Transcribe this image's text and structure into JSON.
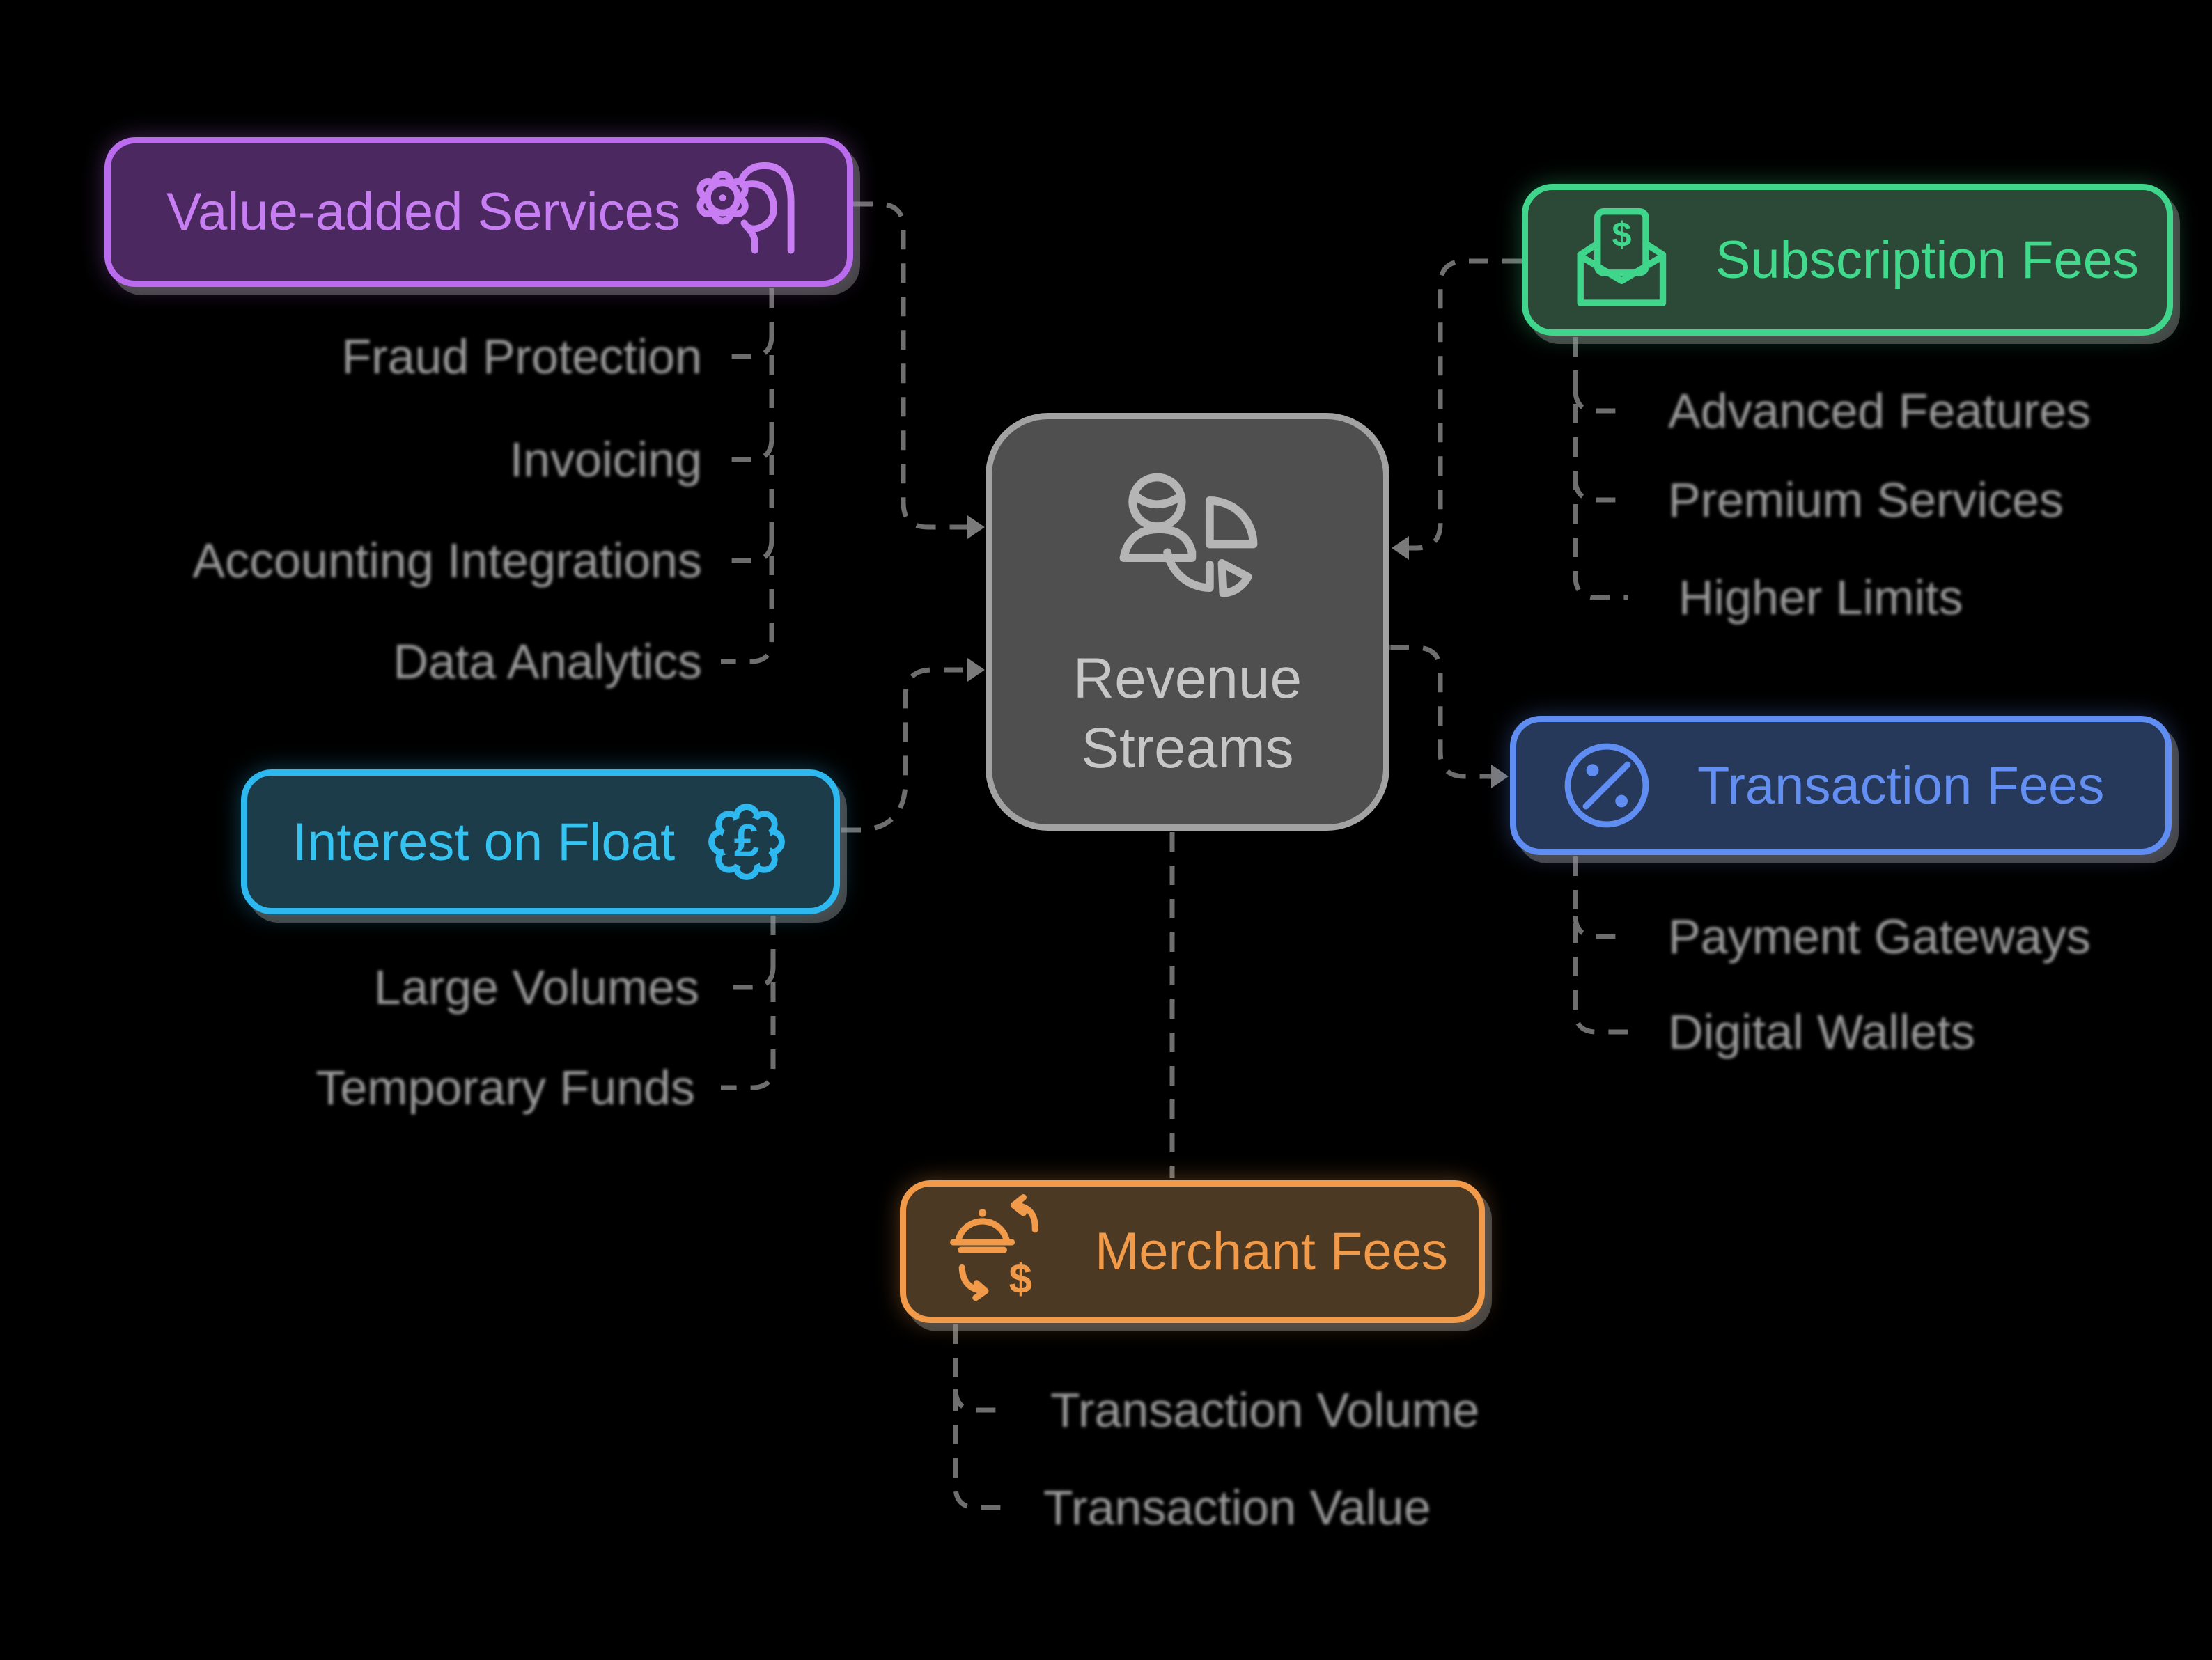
{
  "diagram_title": "Revenue Streams",
  "background": "#000000",
  "connector_color": "#6e6e6e",
  "center": {
    "line1": "Revenue",
    "line2": "Streams",
    "icon": "person-pie-chart-icon",
    "fill": "#4f4f50",
    "border": "#a2a2a2",
    "text_color": "#c6c6c6"
  },
  "branches": [
    {
      "label": "Value-added Services",
      "icon": "mind-gear-icon",
      "position": "top-left",
      "border": "#bb6bee",
      "fill": "#4b2960",
      "text_color": "#c77ef3",
      "children": [
        "Fraud Protection",
        "Invoicing",
        "Accounting Integrations",
        "Data Analytics"
      ]
    },
    {
      "label": "Subscription Fees",
      "icon": "envelope-dollar-icon",
      "position": "top-right",
      "border": "#3fd68c",
      "fill": "#2b4936",
      "text_color": "#41d98c",
      "children": [
        "Advanced Features",
        "Premium Services",
        "Higher Limits"
      ]
    },
    {
      "label": "Interest on Float",
      "icon": "badge-pound-icon",
      "position": "middle-left",
      "border": "#2eb8f0",
      "fill": "#1d3c4a",
      "text_color": "#35c3f2",
      "children": [
        "Large Volumes",
        "Temporary Funds"
      ]
    },
    {
      "label": "Transaction Fees",
      "icon": "percent-circle-icon",
      "position": "middle-right",
      "border": "#5f8df2",
      "fill": "#27395a",
      "text_color": "#638ff2",
      "children": [
        "Payment Gateways",
        "Digital Wallets"
      ]
    },
    {
      "label": "Merchant Fees",
      "icon": "dish-dollar-exchange-icon",
      "position": "bottom-center",
      "border": "#f09a4a",
      "fill": "#4c3923",
      "text_color": "#f09a4a",
      "children": [
        "Transaction Volume",
        "Transaction Value"
      ]
    }
  ]
}
